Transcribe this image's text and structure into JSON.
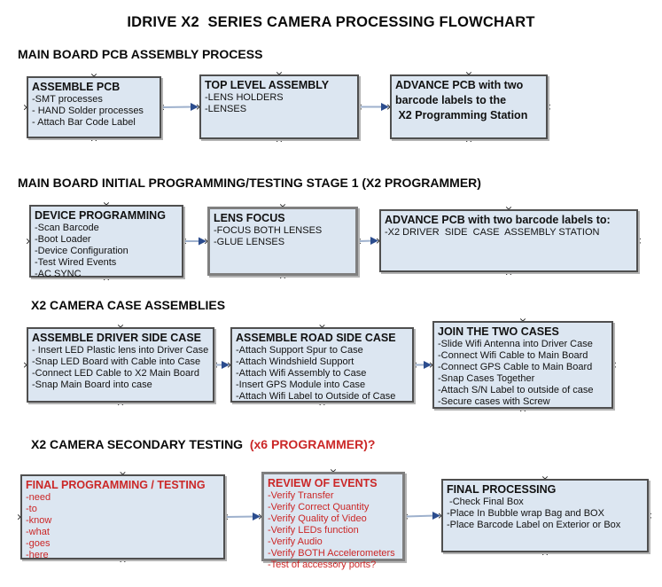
{
  "title": "IDRIVE X2  SERIES CAMERA PROCESSING FLOWCHART",
  "colors": {
    "box_fill": "#dce6f1",
    "box_border": "#4f4f4f",
    "connector_line": "#9eb1cd",
    "connector_arrow": "#2c4d8e",
    "red_text": "#cb2727",
    "marker": "#1a1a1a"
  },
  "sections": [
    {
      "heading": "MAIN BOARD PCB ASSEMBLY PROCESS",
      "heading_red": "",
      "boxes": [
        {
          "id": "r1a",
          "heading": "ASSEMBLE PCB",
          "items": [
            "-SMT processes",
            "- HAND Solder processes",
            "- Attach Bar Code Label"
          ],
          "red": false
        },
        {
          "id": "r1b",
          "heading": "TOP LEVEL ASSEMBLY",
          "items": [
            "-LENS HOLDERS",
            "-LENSES"
          ],
          "red": false
        },
        {
          "id": "r1c",
          "heading_lines": [
            "ADVANCE PCB with two",
            "barcode labels to the",
            " X2 Programming Station"
          ],
          "items": [],
          "red": false
        }
      ]
    },
    {
      "heading": "MAIN BOARD INITIAL PROGRAMMING/TESTING STAGE 1 (X2 PROGRAMMER)",
      "heading_red": "",
      "boxes": [
        {
          "id": "r2a",
          "heading": "DEVICE PROGRAMMING",
          "items": [
            "-Scan Barcode",
            "-Boot Loader",
            "-Device Configuration",
            "-Test Wired Events",
            "-AC SYNC"
          ],
          "red": false
        },
        {
          "id": "r2b",
          "heading": "LENS FOCUS",
          "items": [
            "-FOCUS BOTH LENSES",
            "-GLUE LENSES"
          ],
          "red": false
        },
        {
          "id": "r2c",
          "heading": "ADVANCE PCB with two barcode labels to:",
          "items": [
            "-X2 DRIVER  SIDE  CASE  ASSEMBLY STATION"
          ],
          "red": false
        }
      ]
    },
    {
      "heading": "X2 CAMERA CASE ASSEMBLIES",
      "heading_red": "",
      "boxes": [
        {
          "id": "r3a",
          "heading": "ASSEMBLE DRIVER SIDE CASE",
          "items": [
            "- Insert LED Plastic lens into Driver Case",
            "-Snap LED Board with Cable into Case",
            "-Connect LED Cable to X2 Main Board",
            "-Snap Main Board into case"
          ],
          "red": false
        },
        {
          "id": "r3b",
          "heading": "ASSEMBLE ROAD SIDE CASE",
          "items": [
            "-Attach Support Spur to Case",
            "-Attach Windshield Support",
            "-Attach Wifi Assembly to Case",
            "-Insert GPS Module into Case",
            "-Attach Wifi Label to Outside of Case"
          ],
          "red": false
        },
        {
          "id": "r3c",
          "heading": "JOIN THE TWO CASES",
          "items": [
            "-Slide Wifi Antenna into Driver Case",
            "-Connect Wifi Cable to Main Board",
            "-Connect GPS Cable to Main Board",
            "-Snap Cases Together",
            "-Attach S/N Label to outside of case",
            "-Secure cases with Screw"
          ],
          "red": false
        }
      ]
    },
    {
      "heading": "X2 CAMERA SECONDARY TESTING ",
      "heading_red": " (x6 PROGRAMMER)?",
      "boxes": [
        {
          "id": "r4a",
          "heading": "FINAL PROGRAMMING / TESTING",
          "items": [
            "-need",
            "-to",
            "-know",
            "-what",
            "-goes",
            "-here"
          ],
          "red": true
        },
        {
          "id": "r4b",
          "heading": "REVIEW OF EVENTS",
          "items": [
            "-Verify Transfer",
            "-Verify Correct Quantity",
            "-Verify Quality of Video",
            "-Verify LEDs function",
            "-Verify Audio",
            "-Verify BOTH Accelerometers",
            "-Test of accessory ports?"
          ],
          "red": true
        },
        {
          "id": "r4c",
          "heading": "FINAL PROCESSING",
          "items": [
            " -Check Final Box",
            "-Place In Bubble wrap Bag and BOX",
            "-Place Barcode Label on Exterior or Box"
          ],
          "red": false
        }
      ]
    }
  ]
}
